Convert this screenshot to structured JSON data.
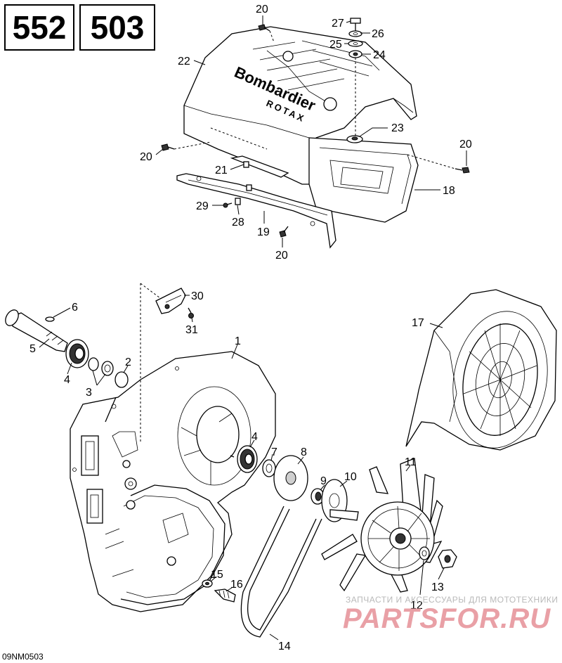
{
  "models": [
    "552",
    "503"
  ],
  "cover_brand": {
    "line1": "Bombardier",
    "line2": "ROTAX"
  },
  "callouts": [
    {
      "id": "c20a",
      "text": "20"
    },
    {
      "id": "c27",
      "text": "27"
    },
    {
      "id": "c26",
      "text": "26"
    },
    {
      "id": "c25",
      "text": "25"
    },
    {
      "id": "c24",
      "text": "24"
    },
    {
      "id": "c22",
      "text": "22"
    },
    {
      "id": "c23",
      "text": "23"
    },
    {
      "id": "c20b",
      "text": "20"
    },
    {
      "id": "c20c",
      "text": "20"
    },
    {
      "id": "c21",
      "text": "21"
    },
    {
      "id": "c18",
      "text": "18"
    },
    {
      "id": "c29",
      "text": "29"
    },
    {
      "id": "c28",
      "text": "28"
    },
    {
      "id": "c19",
      "text": "19"
    },
    {
      "id": "c20d",
      "text": "20"
    },
    {
      "id": "c30",
      "text": "30"
    },
    {
      "id": "c31",
      "text": "31"
    },
    {
      "id": "c6",
      "text": "6"
    },
    {
      "id": "c5",
      "text": "5"
    },
    {
      "id": "c4a",
      "text": "4"
    },
    {
      "id": "c3",
      "text": "3"
    },
    {
      "id": "c2",
      "text": "2"
    },
    {
      "id": "c1",
      "text": "1"
    },
    {
      "id": "c17",
      "text": "17"
    },
    {
      "id": "c4b",
      "text": "4"
    },
    {
      "id": "c7",
      "text": "7"
    },
    {
      "id": "c8",
      "text": "8"
    },
    {
      "id": "c9",
      "text": "9"
    },
    {
      "id": "c10",
      "text": "10"
    },
    {
      "id": "c11",
      "text": "11"
    },
    {
      "id": "c15",
      "text": "15"
    },
    {
      "id": "c16",
      "text": "16"
    },
    {
      "id": "c13",
      "text": "13"
    },
    {
      "id": "c12",
      "text": "12"
    },
    {
      "id": "c14",
      "text": "14"
    }
  ],
  "drawing_code": "09NM0503",
  "watermark": {
    "tagline": "ЗАПЧАСТИ И АКСЕССУАРЫ ДЛЯ МОТОТЕХНИКИ",
    "logo": "PARTSFOR.RU"
  }
}
